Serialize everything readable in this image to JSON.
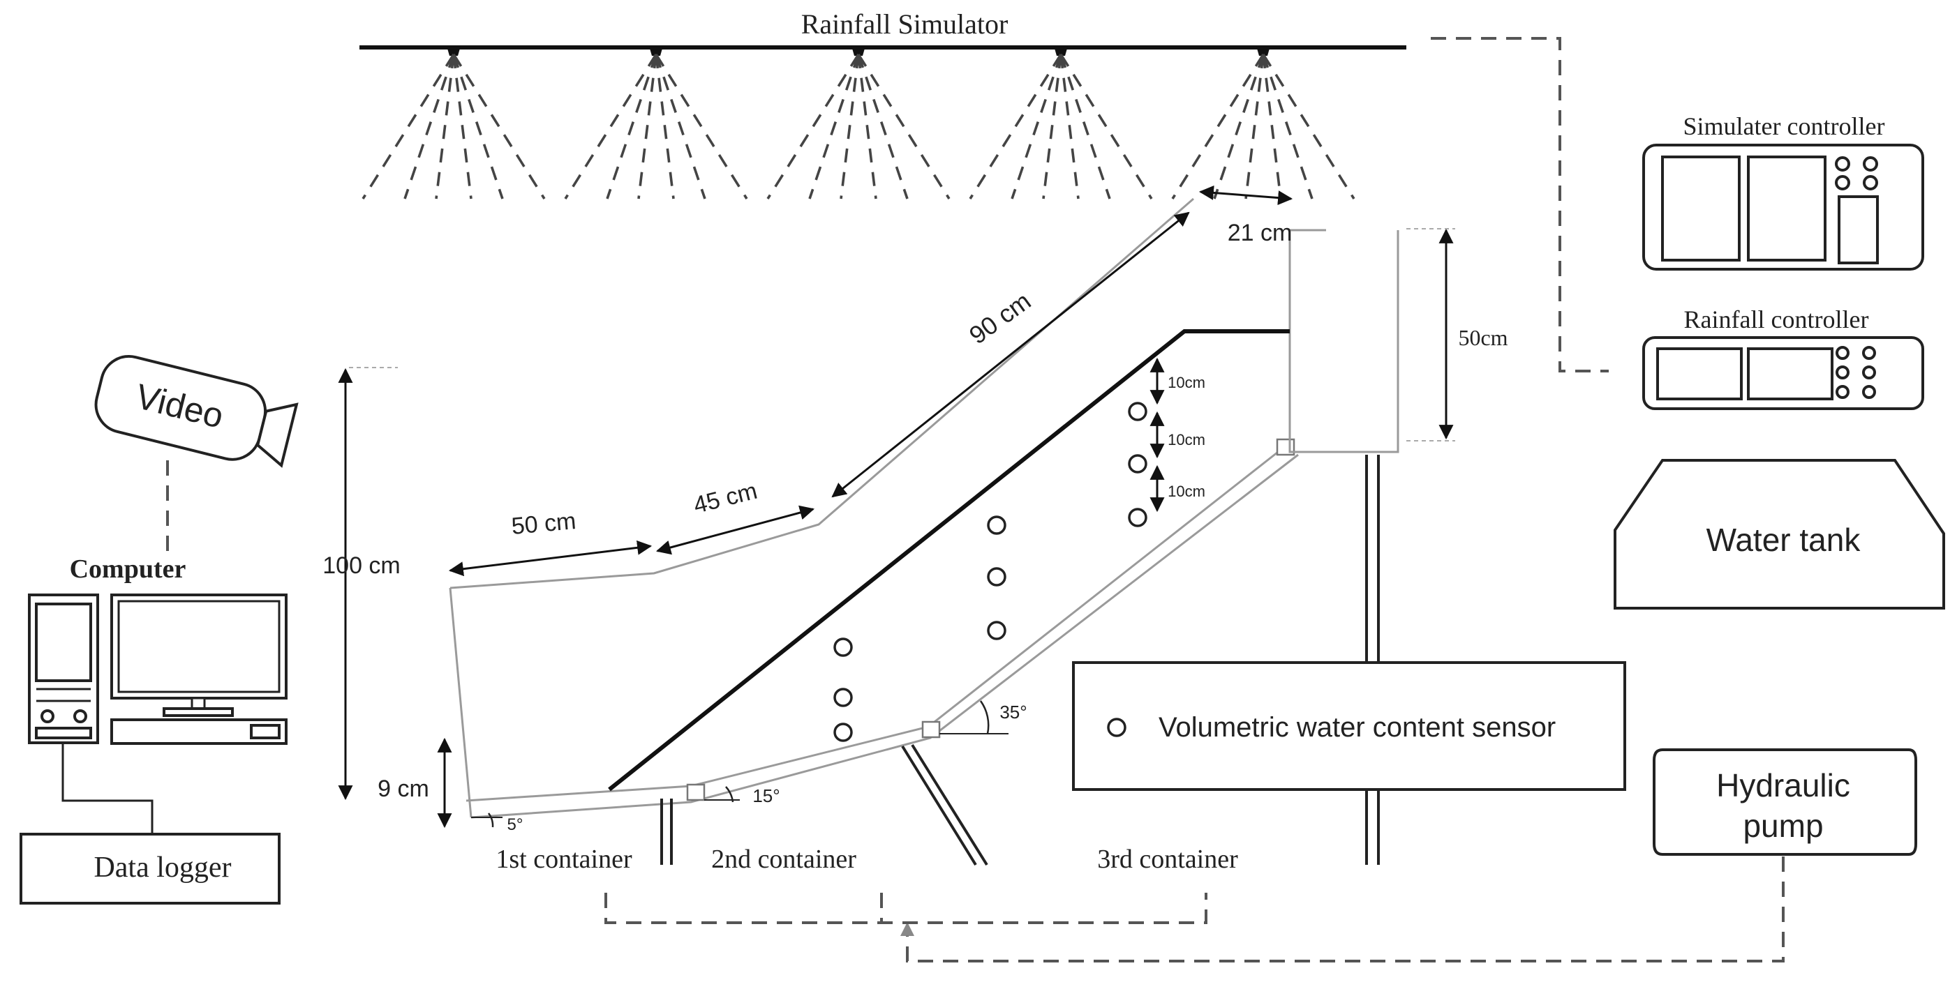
{
  "labels": {
    "rainfall_simulator": "Rainfall Simulator",
    "simulator_controller": "Simulater controller",
    "rainfall_controller": "Rainfall controller",
    "water_tank": "Water tank",
    "hydraulic_pump_line1": "Hydraulic",
    "hydraulic_pump_line2": "pump",
    "video": "Video",
    "computer": "Computer",
    "data_logger": "Data logger",
    "sensor_legend": "Volumetric water content sensor",
    "container1": "1st container",
    "container2": "2nd container",
    "container3": "3rd container"
  },
  "dimensions": {
    "d_21cm": "21 cm",
    "d_90cm": "90 cm",
    "d_50cm_top": "50cm",
    "d_45cm": "45 cm",
    "d_50cm": "50 cm",
    "d_100cm": "100 cm",
    "d_9cm": "9 cm",
    "d_10cm_a": "10cm",
    "d_10cm_b": "10cm",
    "d_10cm_c": "10cm"
  },
  "angles": {
    "a_5": "5°",
    "a_15": "15°",
    "a_35": "35°"
  },
  "nozzle_count": 5,
  "colors": {
    "line": "#111111",
    "dashed": "#555555",
    "flume_outline": "#9a9a9a"
  }
}
